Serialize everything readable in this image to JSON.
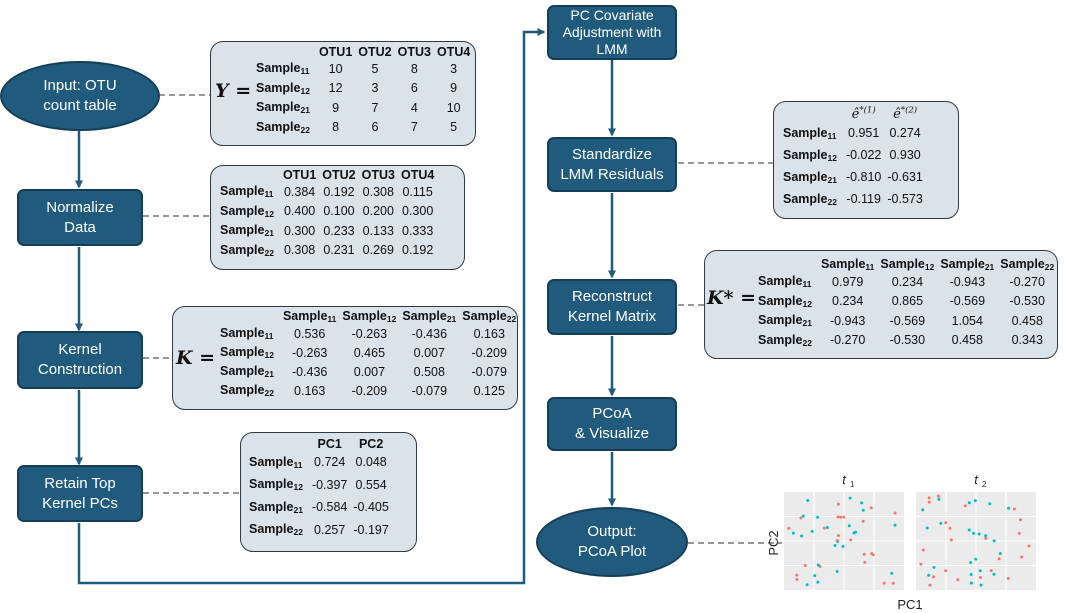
{
  "nodes": {
    "input": "Input: OTU\ncount table",
    "normalize": "Normalize\nData",
    "kernel": "Kernel\nConstruction",
    "retain": "Retain Top\nKernel PCs",
    "pc_adjust": "PC Covariate\nAdjustment with\nLMM",
    "standardize": "Standardize\nLMM Residuals",
    "reconstruct": "Reconstruct\nKernel Matrix",
    "pcoa": "PCoA\n& Visualize",
    "output": "Output:\nPCoA Plot"
  },
  "matrices": {
    "otu": {
      "var": "Y",
      "eq": "=",
      "headers": [
        "OTU1",
        "OTU2",
        "OTU3",
        "OTU4"
      ],
      "rows": [
        {
          "sub": "11",
          "vals": [
            "10",
            "5",
            "8",
            "3"
          ]
        },
        {
          "sub": "12",
          "vals": [
            "12",
            "3",
            "6",
            "9"
          ]
        },
        {
          "sub": "21",
          "vals": [
            "9",
            "7",
            "4",
            "10"
          ]
        },
        {
          "sub": "22",
          "vals": [
            "8",
            "6",
            "7",
            "5"
          ]
        }
      ]
    },
    "normalized": {
      "headers": [
        "OTU1",
        "OTU2",
        "OTU3",
        "OTU4"
      ],
      "rows": [
        {
          "sub": "11",
          "vals": [
            "0.384",
            "0.192",
            "0.308",
            "0.115"
          ]
        },
        {
          "sub": "12",
          "vals": [
            "0.400",
            "0.100",
            "0.200",
            "0.300"
          ]
        },
        {
          "sub": "21",
          "vals": [
            "0.300",
            "0.233",
            "0.133",
            "0.333"
          ]
        },
        {
          "sub": "22",
          "vals": [
            "0.308",
            "0.231",
            "0.269",
            "0.192"
          ]
        }
      ]
    },
    "kernel": {
      "var": "K",
      "eq": "=",
      "headers": [
        "11",
        "12",
        "21",
        "22"
      ],
      "rows": [
        {
          "sub": "11",
          "vals": [
            "0.536",
            "-0.263",
            "-0.436",
            "0.163"
          ]
        },
        {
          "sub": "12",
          "vals": [
            "-0.263",
            "0.465",
            "0.007",
            "-0.209"
          ]
        },
        {
          "sub": "21",
          "vals": [
            "-0.436",
            "0.007",
            "0.508",
            "-0.079"
          ]
        },
        {
          "sub": "22",
          "vals": [
            "0.163",
            "-0.209",
            "-0.079",
            "0.125"
          ]
        }
      ]
    },
    "pcs": {
      "headers": [
        "PC1",
        "PC2"
      ],
      "rows": [
        {
          "sub": "11",
          "vals": [
            "0.724",
            "0.048"
          ]
        },
        {
          "sub": "12",
          "vals": [
            "-0.397",
            "0.554"
          ]
        },
        {
          "sub": "21",
          "vals": [
            "-0.584",
            "-0.405"
          ]
        },
        {
          "sub": "22",
          "vals": [
            "0.257",
            "-0.197"
          ]
        }
      ]
    },
    "residuals": {
      "headers": [
        "(1)",
        "(2)"
      ],
      "rows": [
        {
          "sub": "11",
          "vals": [
            "0.951",
            "0.274"
          ]
        },
        {
          "sub": "12",
          "vals": [
            "-0.022",
            "0.930"
          ]
        },
        {
          "sub": "21",
          "vals": [
            "-0.810",
            "-0.631"
          ]
        },
        {
          "sub": "22",
          "vals": [
            "-0.119",
            "-0.573"
          ]
        }
      ]
    },
    "reconstructed": {
      "var": "K*",
      "eq": "=",
      "headers": [
        "11",
        "12",
        "21",
        "22"
      ],
      "rows": [
        {
          "sub": "11",
          "vals": [
            "0.979",
            "0.234",
            "-0.943",
            "-0.270"
          ]
        },
        {
          "sub": "12",
          "vals": [
            "0.234",
            "0.865",
            "-0.569",
            "-0.530"
          ]
        },
        {
          "sub": "21",
          "vals": [
            "-0.943",
            "-0.569",
            "1.054",
            "0.458"
          ]
        },
        {
          "sub": "22",
          "vals": [
            "-0.270",
            "-0.530",
            "0.458",
            "0.343"
          ]
        }
      ]
    }
  },
  "row_label": "Sample",
  "plot": {
    "panel_titles": [
      "t",
      "t"
    ],
    "panel_subs": [
      "1",
      "2"
    ],
    "xlabel": "PC1",
    "ylabel": "PC2",
    "colors": {
      "group_a": "#f8766d",
      "group_b": "#00bfc4",
      "panel_bg": "#ebebeb",
      "node": "#205b7e"
    }
  }
}
